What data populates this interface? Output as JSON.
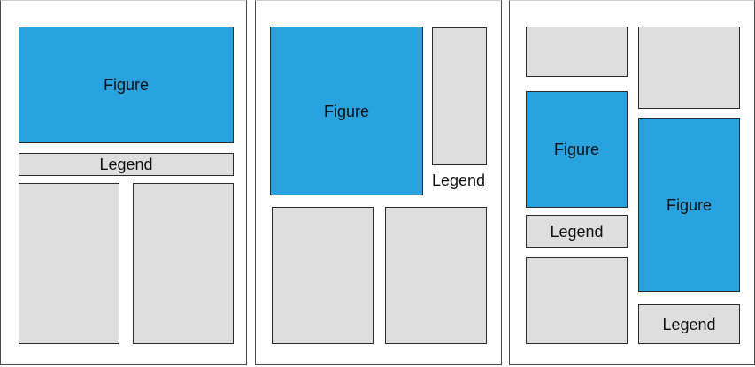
{
  "colors": {
    "figure": "#29a3e0",
    "panel": "#dedede",
    "border": "#2b2b2b"
  },
  "layouts": [
    {
      "figure_label": "Figure",
      "legend_label": "Legend"
    },
    {
      "figure_label": "Figure",
      "legend_label": "Legend"
    },
    {
      "figure_labels": [
        "Figure",
        "Figure"
      ],
      "legend_labels": [
        "Legend",
        "Legend"
      ]
    }
  ]
}
